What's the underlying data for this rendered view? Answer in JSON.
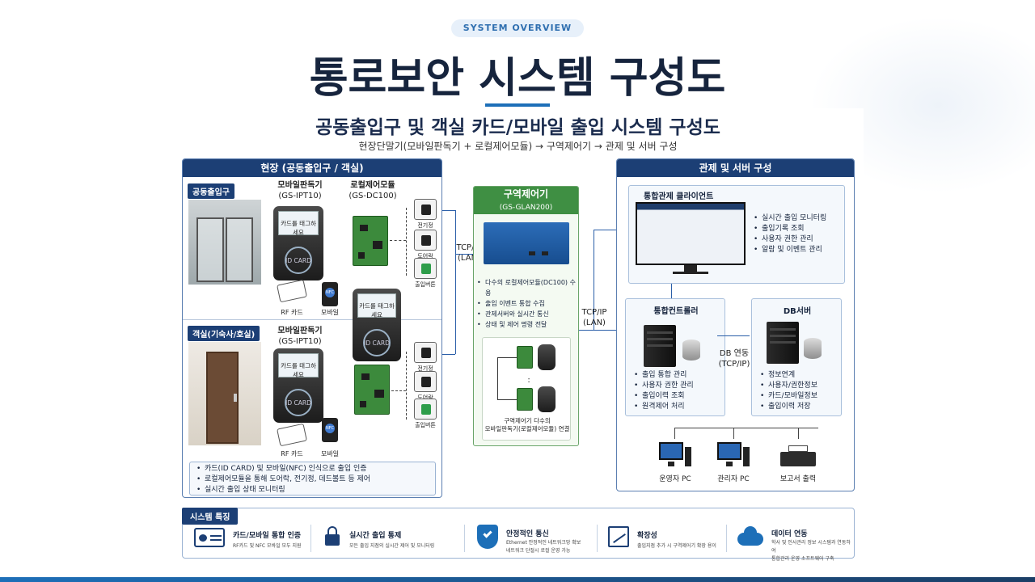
{
  "header": {
    "pill": "SYSTEM OVERVIEW",
    "title": "통로보안 시스템 구성도"
  },
  "diagram": {
    "title": "공동출입구 및 객실 카드/모바일 출입 시스템 구성도",
    "caption": "현장단말기(모바일판독기 + 로컬제어모듈) → 구역제어기 → 관제 및 서버 구성",
    "field": {
      "heading": "현장 (공동출입구 / 객실)",
      "entrance_tag": "공동출입구",
      "room_tag": "객실(기숙사/호실)",
      "reader_label": "모바일판독기",
      "reader_model": "(GS-IPT10)",
      "module_label": "로컬제어모듈",
      "module_model": "(GS-DC100)",
      "devices": [
        "전기정",
        "도어락",
        "출입버튼"
      ],
      "rf_card": "RF 카드",
      "mobile": "모바일",
      "reader_screen": "카드를 태그하세요",
      "reader_card": "ID CARD",
      "nfc": "NFC",
      "bullets": [
        "카드(ID CARD) 및 모바일(NFC) 인식으로 출입 인증",
        "로컬제어모듈을 통해 도어락, 전기정, 데드볼트 등 제어",
        "실시간 출입 상태 모니터링"
      ]
    },
    "zone": {
      "heading": "구역제어기",
      "model": "(GS-GLAN200)",
      "link_left": "TCP/IP\n(LAN)",
      "link_right": "TCP/IP\n(LAN)",
      "bullets": [
        "다수의 로컬제어모듈(DC100) 수용",
        "출입 이벤트 통합 수집",
        "관제서버와 실시간 통신",
        "상태 및 제어 명령 전달"
      ],
      "ellipsis": ":",
      "inset_caption": "구역제어기 다수의\n모바일판독기(로컬제어모듈) 연결"
    },
    "control": {
      "heading": "관제 및 서버 구성",
      "client_title": "통합관제 클라이언트",
      "client_bullets": [
        "실시간 출입 모니터링",
        "출입기록 조회",
        "사용자 권한 관리",
        "알람 및 이벤트 관리"
      ],
      "controller_title": "통합컨트롤러",
      "controller_bullets": [
        "출입 통합 관리",
        "사용자 권한 관리",
        "출입이력 조회",
        "원격제어 처리"
      ],
      "db_title": "DB서버",
      "db_bullets": [
        "정보연계",
        "사용자/권한정보",
        "카드/모바일정보",
        "출입이력 저장"
      ],
      "db_link": "DB 연동\n(TCP/IP)",
      "terminals": [
        "운영자 PC",
        "관리자 PC",
        "보고서 출력"
      ]
    },
    "features": {
      "heading": "시스템 특징",
      "items": [
        {
          "title": "카드/모바일 통합 인증",
          "desc": "RF카드 및 NFC 모바일 모두 지원",
          "icon": "id-card-icon"
        },
        {
          "title": "실시간 출입 통제",
          "desc": "모든 출입 지점의 실시간 제어 및 모니터링",
          "icon": "lock-icon"
        },
        {
          "title": "안정적인 통신",
          "desc": "Ethernet 안정적인 네트워크망 확보\n네트워크 단절시 로컬 운영 가능",
          "icon": "shield-check-icon"
        },
        {
          "title": "확장성",
          "desc": "출입지점 추가 시 구역제어기 확장 용이",
          "icon": "growth-chart-icon"
        },
        {
          "title": "데이터 연동",
          "desc": "학사 및 인사관리 정보 시스템과 연동하여\n통합관리 운영 소프트웨어 구축",
          "icon": "cloud-data-icon"
        }
      ]
    }
  }
}
